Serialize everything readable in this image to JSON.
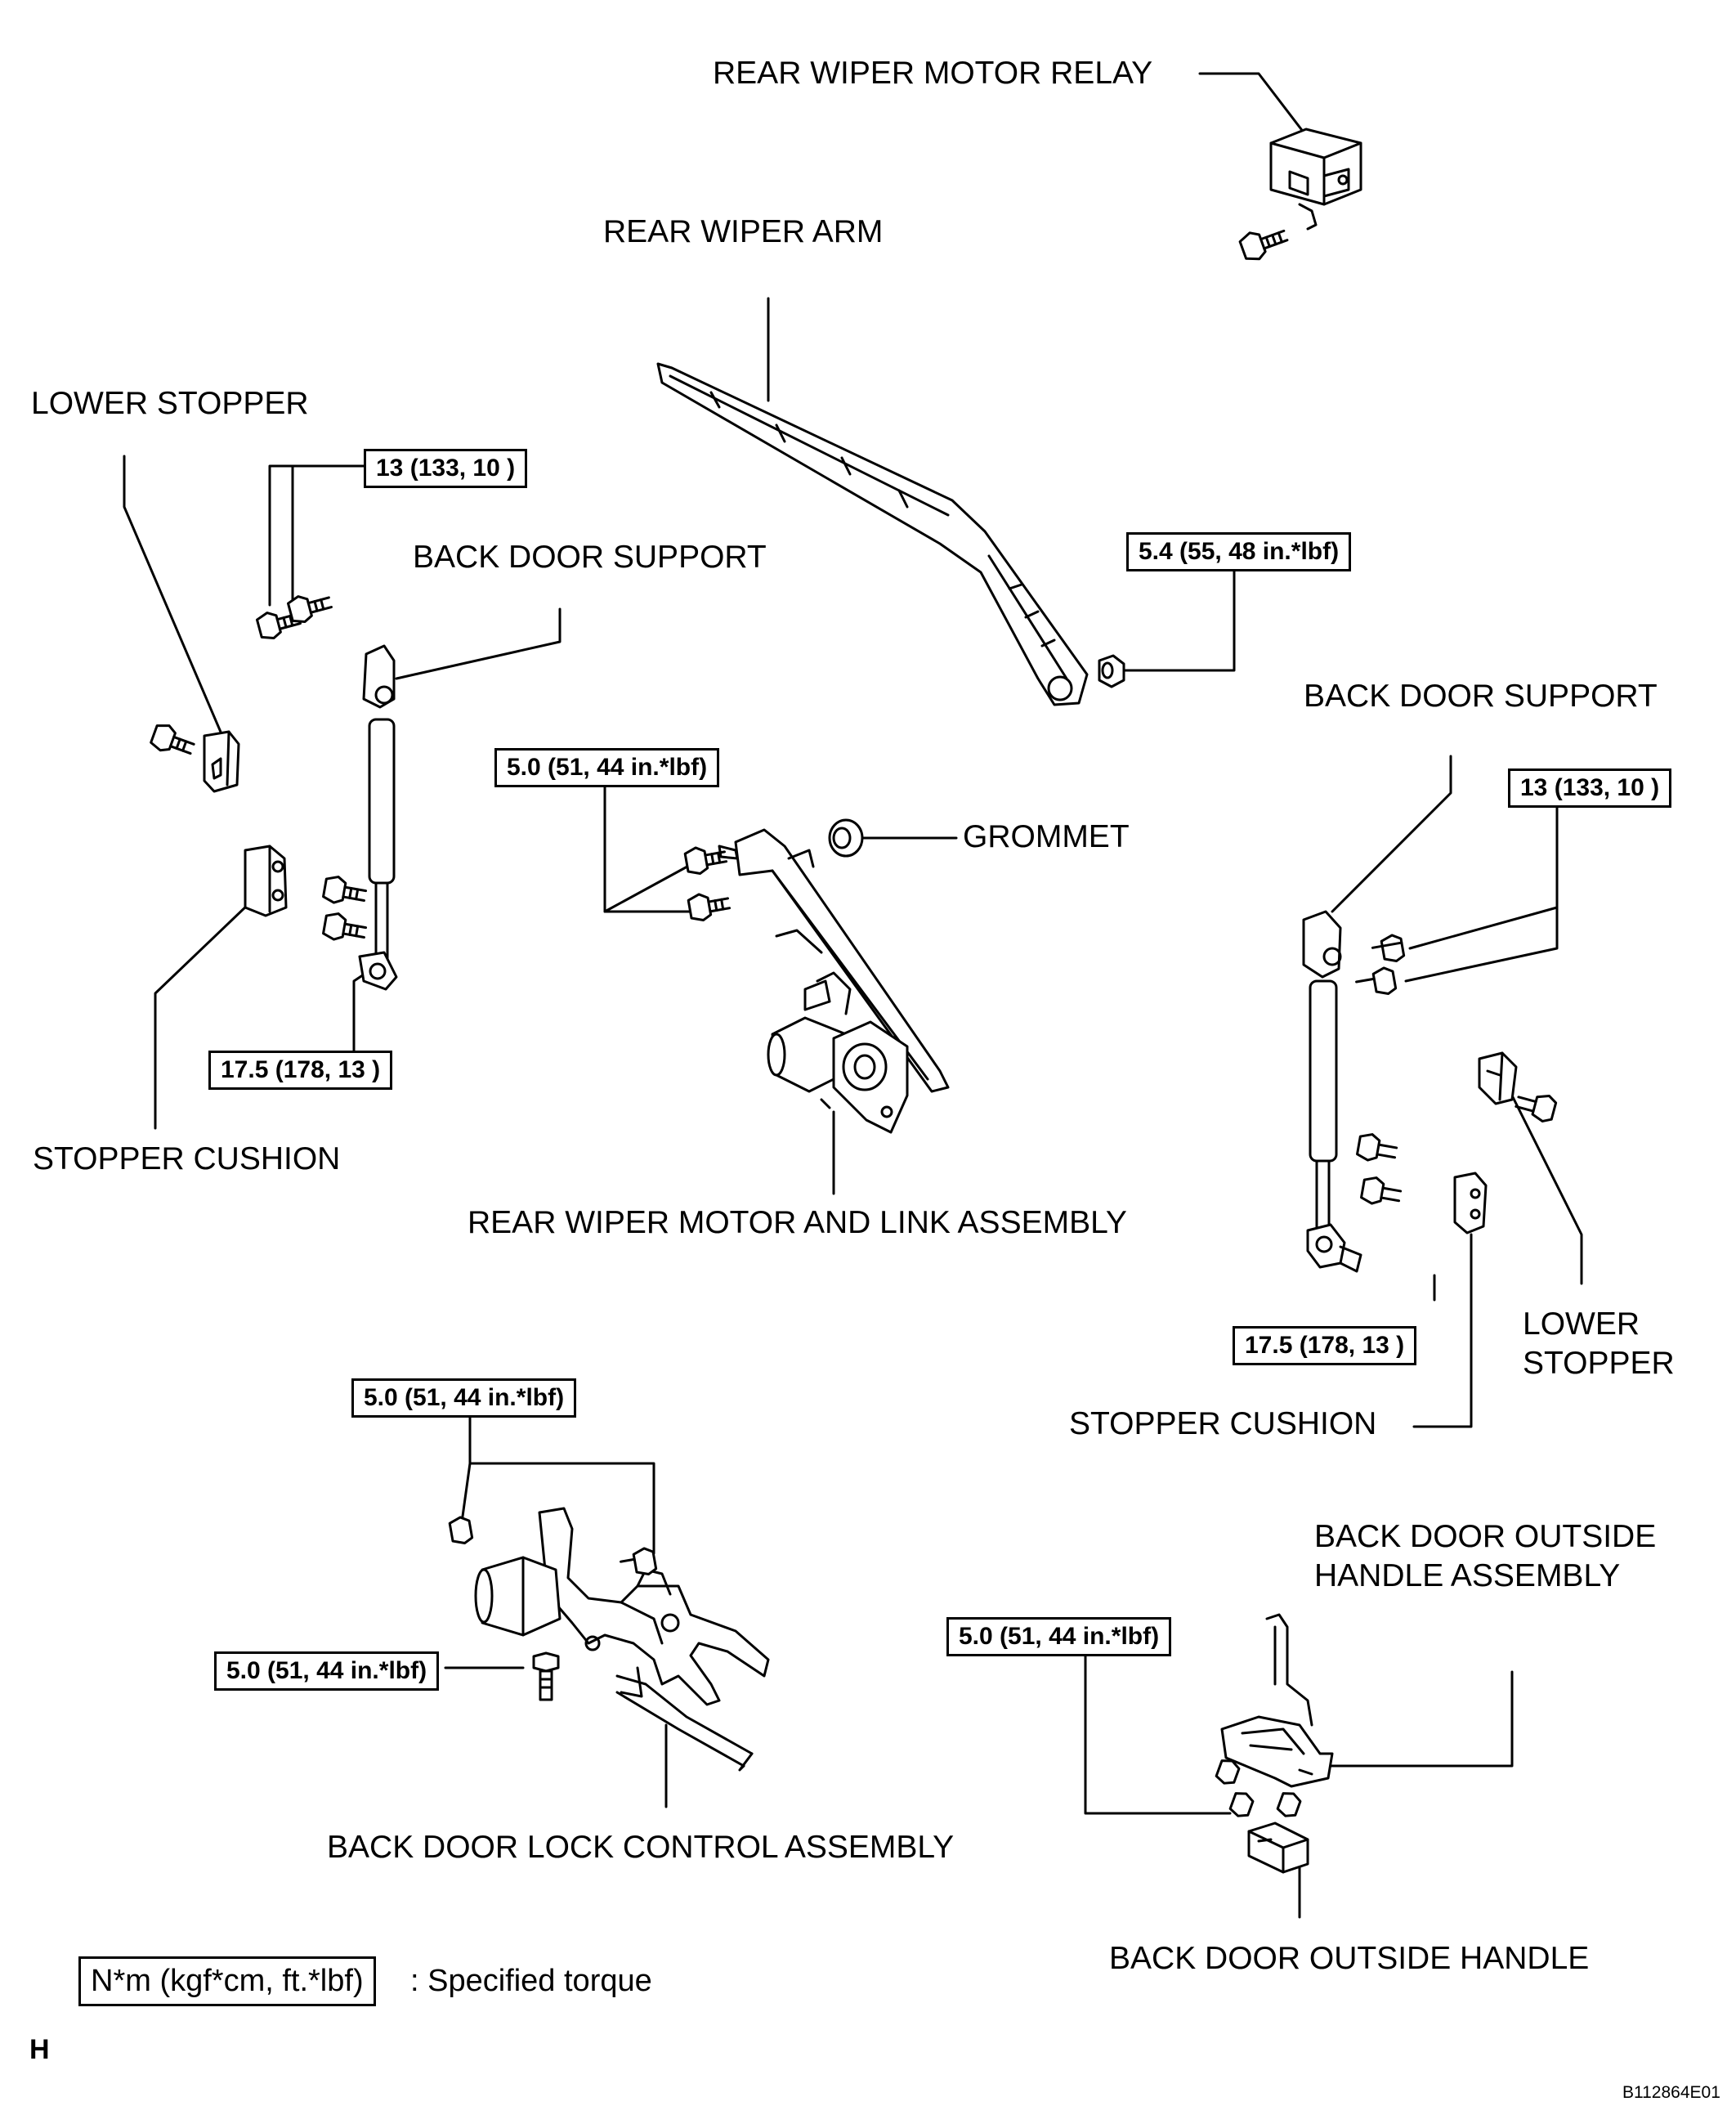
{
  "labels": {
    "rear_wiper_motor_relay": "REAR WIPER MOTOR RELAY",
    "rear_wiper_arm": "REAR WIPER ARM",
    "lower_stopper_left": "LOWER STOPPER",
    "back_door_support_left": "BACK DOOR SUPPORT",
    "back_door_support_right": "BACK DOOR SUPPORT",
    "grommet": "GROMMET",
    "stopper_cushion_left": "STOPPER CUSHION",
    "rear_wiper_motor_link": "REAR WIPER MOTOR AND LINK ASSEMBLY",
    "lower_stopper_right_line1": "LOWER",
    "lower_stopper_right_line2": "STOPPER",
    "stopper_cushion_right": "STOPPER CUSHION",
    "back_door_outside_handle_assy_line1": "BACK DOOR OUTSIDE",
    "back_door_outside_handle_assy_line2": "HANDLE ASSEMBLY",
    "back_door_lock_control": "BACK DOOR LOCK CONTROL ASSEMBLY",
    "back_door_outside_handle": "BACK DOOR OUTSIDE HANDLE"
  },
  "torques": {
    "lower_stopper_bolts_left": "13 (133, 10 )",
    "wiper_arm_nut": "5.4 (55, 48 in.*lbf)",
    "motor_link_bolts": "5.0 (51, 44 in.*lbf)",
    "support_lower_left": "17.5 (178, 13 )",
    "lower_stopper_bolts_right": "13 (133, 10 )",
    "support_lower_right": "17.5 (178, 13 )",
    "lock_control_top": "5.0 (51, 44 in.*lbf)",
    "lock_control_side": "5.0 (51, 44 in.*lbf)",
    "outside_handle": "5.0 (51, 44 in.*lbf)"
  },
  "legend": {
    "box": "N*m (kgf*cm, ft.*lbf)",
    "text": ": Specified torque"
  },
  "page_letter": "H",
  "figure_code": "B112864E01",
  "icons": [
    "relay-icon",
    "wiper-arm-icon",
    "bolt-icon",
    "nut-icon",
    "gas-strut-icon",
    "stopper-icon",
    "cushion-icon",
    "grommet-icon",
    "wiper-motor-icon",
    "door-lock-icon",
    "door-handle-icon"
  ]
}
